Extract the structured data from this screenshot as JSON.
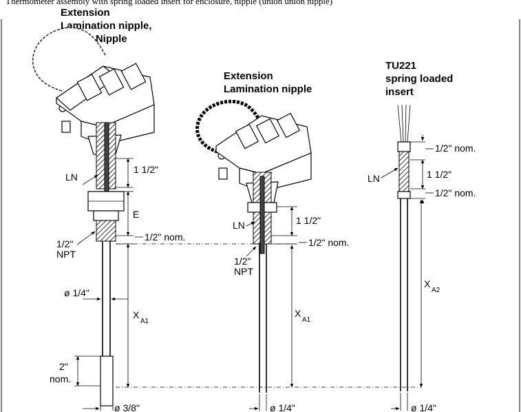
{
  "caption_fragment": "Thermometer assembly with spring loaded insert for enclosure, nipple (union union nipple)",
  "assemblies": [
    {
      "title_lines": [
        "Extension",
        "Lamination nipple,",
        "Union, Nipple"
      ],
      "labels": {
        "ln": "LN",
        "length_ln": "1 1/2\"",
        "extension": "E",
        "nominal": "1/2\" nom.",
        "npt_line1": "1/2\"",
        "npt_line2": "NPT",
        "sheath_dia": "ø 1/4\"",
        "immersion_main": "X",
        "immersion_sub": "A1",
        "tip_len_line1": "2\"",
        "tip_len_line2": "nom.",
        "tip_dia": "ø 3/8\""
      }
    },
    {
      "title_lines": [
        "Extension",
        "Lamination nipple"
      ],
      "labels": {
        "ln": "LN",
        "length_ln": "1 1/2\"",
        "nominal": "1/2\" nom.",
        "npt_line1": "1/2\"",
        "npt_line2": "NPT",
        "immersion_main": "X",
        "immersion_sub": "A1",
        "tip_dia": "ø 1/4\""
      }
    },
    {
      "title_lines": [
        "TU221",
        "spring loaded",
        "insert"
      ],
      "labels": {
        "ln": "LN",
        "nominal_top": "1/2\" nom.",
        "length_ln": "1 1/2\"",
        "nominal_bottom": "1/2\" nom.",
        "immersion_main": "X",
        "immersion_sub": "A2",
        "tip_dia": "ø 1/4\""
      }
    }
  ]
}
